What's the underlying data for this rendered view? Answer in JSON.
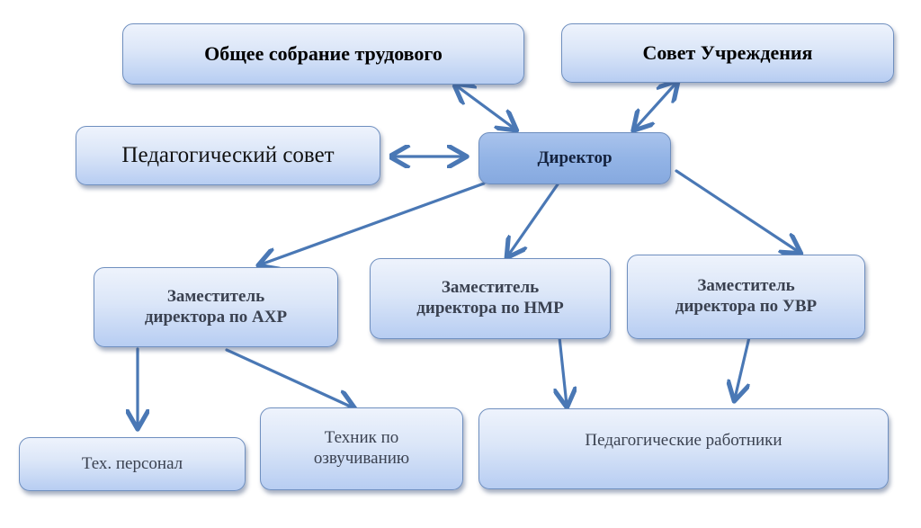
{
  "diagram": {
    "colors": {
      "arrow": "#4a78b5",
      "node_fill_top": "#eef3fc",
      "node_fill_bottom": "#b7cdf2",
      "director_fill": "#93b4e6",
      "node_border": "#6f8fbf"
    },
    "nodes": {
      "general_meeting": {
        "label": "Общее собрание трудового"
      },
      "institution_council": {
        "label": "Совет Учреждения"
      },
      "pedagogical_council": {
        "label": "Педагогический совет"
      },
      "director": {
        "label": "Директор"
      },
      "deputy_ahr": {
        "line1": "Заместитель",
        "line2": "директора по АХР"
      },
      "deputy_nmr": {
        "line1": "Заместитель",
        "line2": "директора по НМР"
      },
      "deputy_uvr": {
        "line1": "Заместитель",
        "line2": "директора по УВР"
      },
      "tech_staff": {
        "label": "Тех. персонал"
      },
      "sound_tech": {
        "line1": "Техник по",
        "line2": "озвучиванию"
      },
      "teaching_staff": {
        "label": "Педагогические работники"
      }
    },
    "edges": [
      {
        "from": "general_meeting",
        "to": "director",
        "type": "bidirectional"
      },
      {
        "from": "institution_council",
        "to": "director",
        "type": "bidirectional"
      },
      {
        "from": "pedagogical_council",
        "to": "director",
        "type": "bidirectional"
      },
      {
        "from": "director",
        "to": "deputy_ahr",
        "type": "directed"
      },
      {
        "from": "director",
        "to": "deputy_nmr",
        "type": "directed"
      },
      {
        "from": "director",
        "to": "deputy_uvr",
        "type": "directed"
      },
      {
        "from": "deputy_ahr",
        "to": "tech_staff",
        "type": "directed"
      },
      {
        "from": "deputy_ahr",
        "to": "sound_tech",
        "type": "directed"
      },
      {
        "from": "deputy_nmr",
        "to": "teaching_staff",
        "type": "directed"
      },
      {
        "from": "deputy_uvr",
        "to": "teaching_staff",
        "type": "directed"
      }
    ]
  }
}
